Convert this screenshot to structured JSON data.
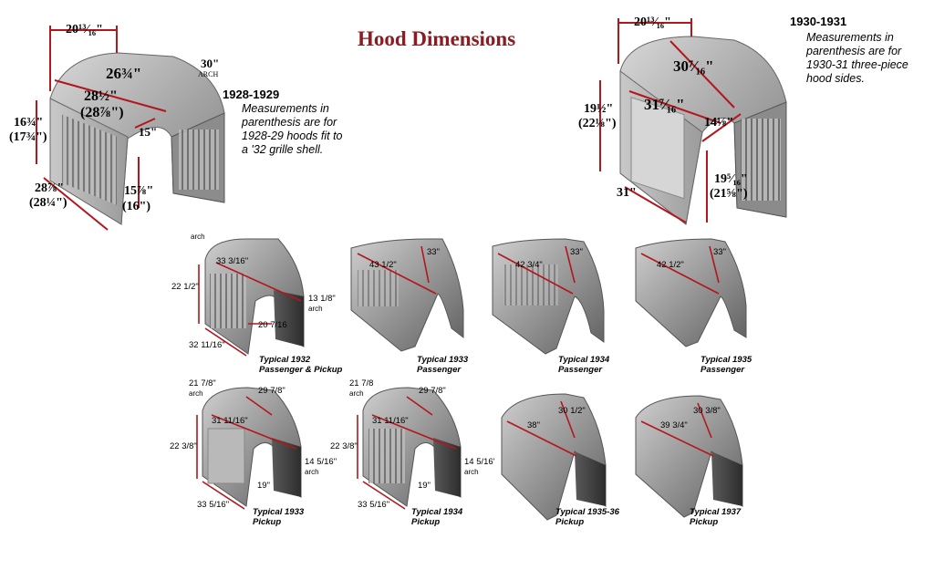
{
  "title": "Hood Dimensions",
  "hood_1928": {
    "heading": "1928-1929",
    "note": "Measurements in parenthesis are for 1928-29 hoods fit to a '32 grille shell.",
    "dims": {
      "top_width": "20¹³⁄₁₆\"",
      "arch": "30\"",
      "arch_label": "ARCH",
      "top_length": "26¾\"",
      "side_length": "28½\"",
      "side_length_alt": "(28⅞\")",
      "height": "16¾\"",
      "height_alt": "(17¾\")",
      "arch_lower": "15\"",
      "bottom_length": "28⅞\"",
      "bottom_length_alt": "(28¼\")",
      "rear_height": "15⅞\"",
      "rear_height_alt": "(16\")"
    }
  },
  "hood_1930": {
    "heading": "1930-1931",
    "note": "Measurements in parenthesis are for 1930-31 three-piece hood sides.",
    "dims": {
      "top_width": "20¹³⁄₁₆\"",
      "top_length": "30⁷⁄₁₆\"",
      "side_length": "31⁷⁄₁₆\"",
      "height": "19½\"",
      "height_alt": "(22⅛\")",
      "arch": "14⅛\"",
      "rear_height": "19⁵⁄₁₆\"",
      "rear_height_alt": "(21⅝\")",
      "bottom_length": "31\""
    }
  },
  "small_hoods": [
    {
      "caption_1": "Typical 1932",
      "caption_2": "Passenger & Pickup",
      "m1": "arch",
      "m2": "33 3/16\"",
      "m3": "22 1/2\"",
      "m4": "13 1/8\"",
      "m5": "arch",
      "m6": "20 7/16",
      "m7": "32 11/16\""
    },
    {
      "caption_1": "Typical 1933",
      "caption_2": "Passenger",
      "m1": "43 1/2\"",
      "m2": "33\""
    },
    {
      "caption_1": "Typical 1934",
      "caption_2": "Passenger",
      "m1": "42 3/4\"",
      "m2": "33\""
    },
    {
      "caption_1": "Typical 1935",
      "caption_2": "Passenger",
      "m1": "42 1/2\"",
      "m2": "33\""
    },
    {
      "caption_1": "Typical 1933",
      "caption_2": "Pickup",
      "m1": "21 7/8\"",
      "m2": "arch",
      "m3": "29 7/8\"",
      "m4": "31 11/16\"",
      "m5": "22 3/8\"",
      "m6": "14 5/16\"",
      "m7": "arch",
      "m8": "19\"",
      "m9": "33 5/16\""
    },
    {
      "caption_1": "Typical 1934",
      "caption_2": "Pickup",
      "m1": "21 7/8",
      "m2": "arch",
      "m3": "29 7/8\"",
      "m4": "31 11/16\"",
      "m5": "22 3/8\"",
      "m6": "14 5/16'",
      "m7": "arch",
      "m8": "19\"",
      "m9": "33 5/16\""
    },
    {
      "caption_1": "Typical 1935-36",
      "caption_2": "Pickup",
      "m1": "38\"",
      "m2": "30 1/2\""
    },
    {
      "caption_1": "Typical 1937",
      "caption_2": "Pickup",
      "m1": "39 3/4\"",
      "m2": "30 3/8\""
    }
  ],
  "colors": {
    "title": "#8a1c22",
    "dimension_line": "#b3161c",
    "metal": "#9a9a9a"
  }
}
